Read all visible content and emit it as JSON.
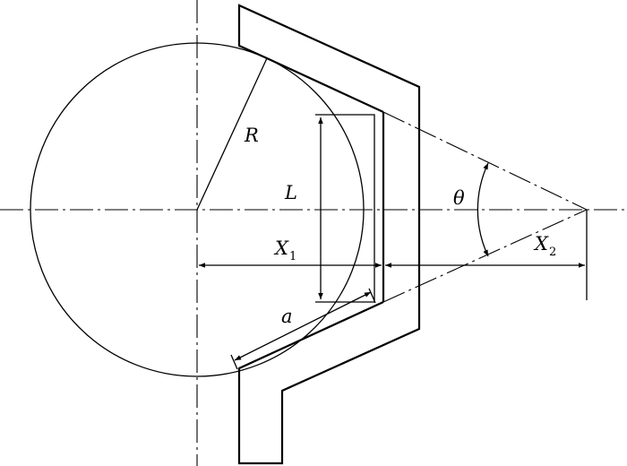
{
  "labels": {
    "R": "R",
    "L": "L",
    "X1_main": "X",
    "X1_sub": "1",
    "X2_main": "X",
    "X2_sub": "2",
    "theta": "θ",
    "a": "a"
  }
}
